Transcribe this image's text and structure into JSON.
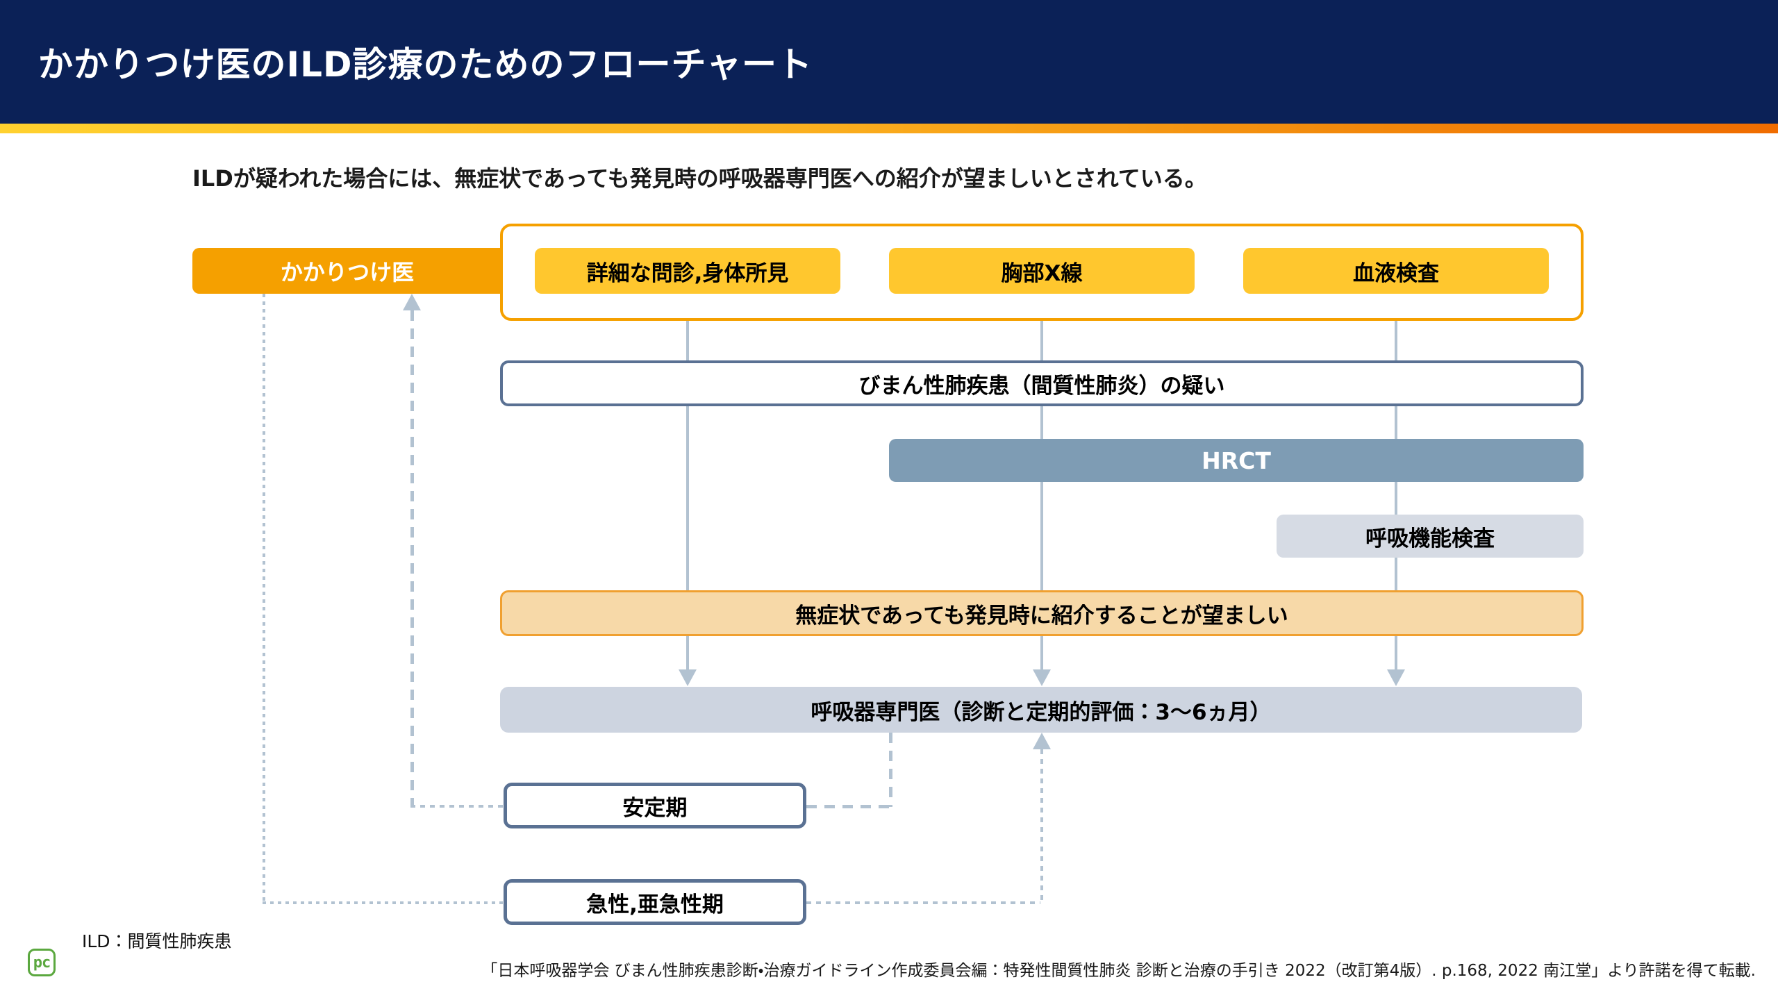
{
  "header": {
    "title": "かかりつけ医のILD診療のためのフローチャート"
  },
  "intro": "ILDが疑われた場合には、無症状であっても発見時の呼吸器専門医への紹介が望ましいとされている。",
  "flow": {
    "primary_doctor": "かかりつけ医",
    "exams": [
      "詳細な問診,身体所見",
      "胸部X線",
      "血液検査"
    ],
    "suspicion": "びまん性肺疾患（間質性肺炎）の疑い",
    "hrct": "HRCT",
    "pulmonary_function_test": "呼吸機能検査",
    "recommendation": "無症状であっても発見時に紹介することが望ましい",
    "specialist": "呼吸器専門医（診断と定期的評価：3〜6ヵ月）",
    "stable_phase": "安定期",
    "acute_phase": "急性,亜急性期"
  },
  "footnote": "ILD：間質性肺疾患",
  "citation": "「日本呼吸器学会 びまん性肺疾患診断・治療ガイドライン作成委員会編：特発性間質性肺炎 診断と治療の手引き 2022（改訂第4版）. p.168, 2022 南江堂」より許諾を得て転載.",
  "logo": {
    "label": "pc"
  },
  "colors": {
    "header_navy": "#0B2157",
    "bar_gradient_start": "#FFD12F",
    "bar_gradient_end": "#F06C00",
    "primary_orange": "#F5A000",
    "exam_yellow": "#FFC72E",
    "slate_border": "#5A7193",
    "hrct_blue": "#7E9CB4",
    "pft_gray": "#D6DBE4",
    "specialist_gray": "#CDD4E0",
    "recommendation_peach": "#F7D9A8",
    "recommendation_border": "#F0A030",
    "connector_gray_blue": "#B2C2D1",
    "logo_green": "#5BA83F"
  }
}
